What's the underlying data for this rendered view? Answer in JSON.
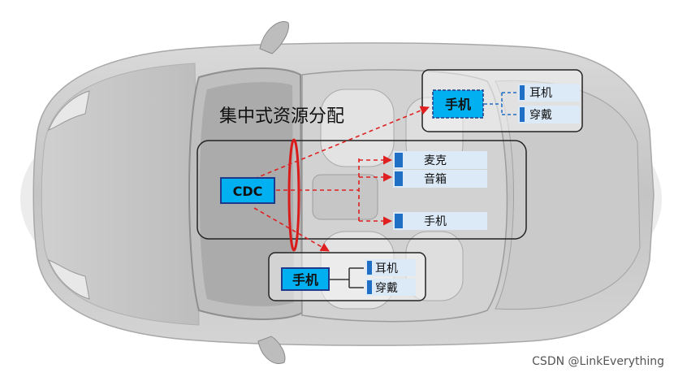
{
  "title": "集中式资源分配",
  "nodes": {
    "cdc": {
      "label": "CDC"
    },
    "phone_top": {
      "label": "手机"
    },
    "phone_bottom": {
      "label": "手机"
    },
    "top_earphone": {
      "label": "耳机"
    },
    "top_wearable": {
      "label": "穿戴"
    },
    "mic": {
      "label": "麦克"
    },
    "speaker": {
      "label": "音箱"
    },
    "phone_center": {
      "label": "手机"
    },
    "bottom_earphone": {
      "label": "耳机"
    },
    "bottom_wearable": {
      "label": "穿戴"
    }
  },
  "watermark": "CSDN @LinkEverything",
  "colors": {
    "node_fill": "#00b0f0",
    "node_border": "#1f3a8a",
    "device_fill": "#dce9f7",
    "device_marker": "#1f6fc4",
    "arrow": "#e02020",
    "group_border": "#222222"
  }
}
